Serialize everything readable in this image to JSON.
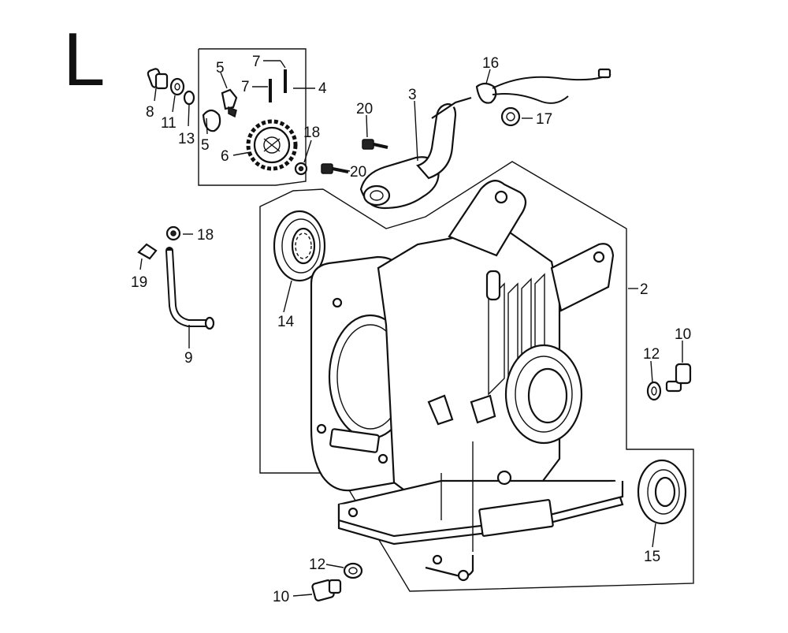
{
  "section_letter": "L",
  "callouts": [
    {
      "id": "c1",
      "text": "7"
    },
    {
      "id": "c2",
      "text": "5"
    },
    {
      "id": "c3",
      "text": "7"
    },
    {
      "id": "c4",
      "text": "4"
    },
    {
      "id": "c5",
      "text": "8"
    },
    {
      "id": "c6",
      "text": "11"
    },
    {
      "id": "c7",
      "text": "13"
    },
    {
      "id": "c8",
      "text": "5"
    },
    {
      "id": "c9",
      "text": "6"
    },
    {
      "id": "c10",
      "text": "18"
    },
    {
      "id": "c11",
      "text": "16"
    },
    {
      "id": "c12",
      "text": "3"
    },
    {
      "id": "c13",
      "text": "20"
    },
    {
      "id": "c14",
      "text": "20"
    },
    {
      "id": "c15",
      "text": "17"
    },
    {
      "id": "c16",
      "text": "18"
    },
    {
      "id": "c17",
      "text": "19"
    },
    {
      "id": "c18",
      "text": "9"
    },
    {
      "id": "c19",
      "text": "14"
    },
    {
      "id": "c20",
      "text": "2"
    },
    {
      "id": "c21",
      "text": "10"
    },
    {
      "id": "c22",
      "text": "12"
    },
    {
      "id": "c23",
      "text": "15"
    },
    {
      "id": "c24",
      "text": "12"
    },
    {
      "id": "c25",
      "text": "10"
    }
  ]
}
